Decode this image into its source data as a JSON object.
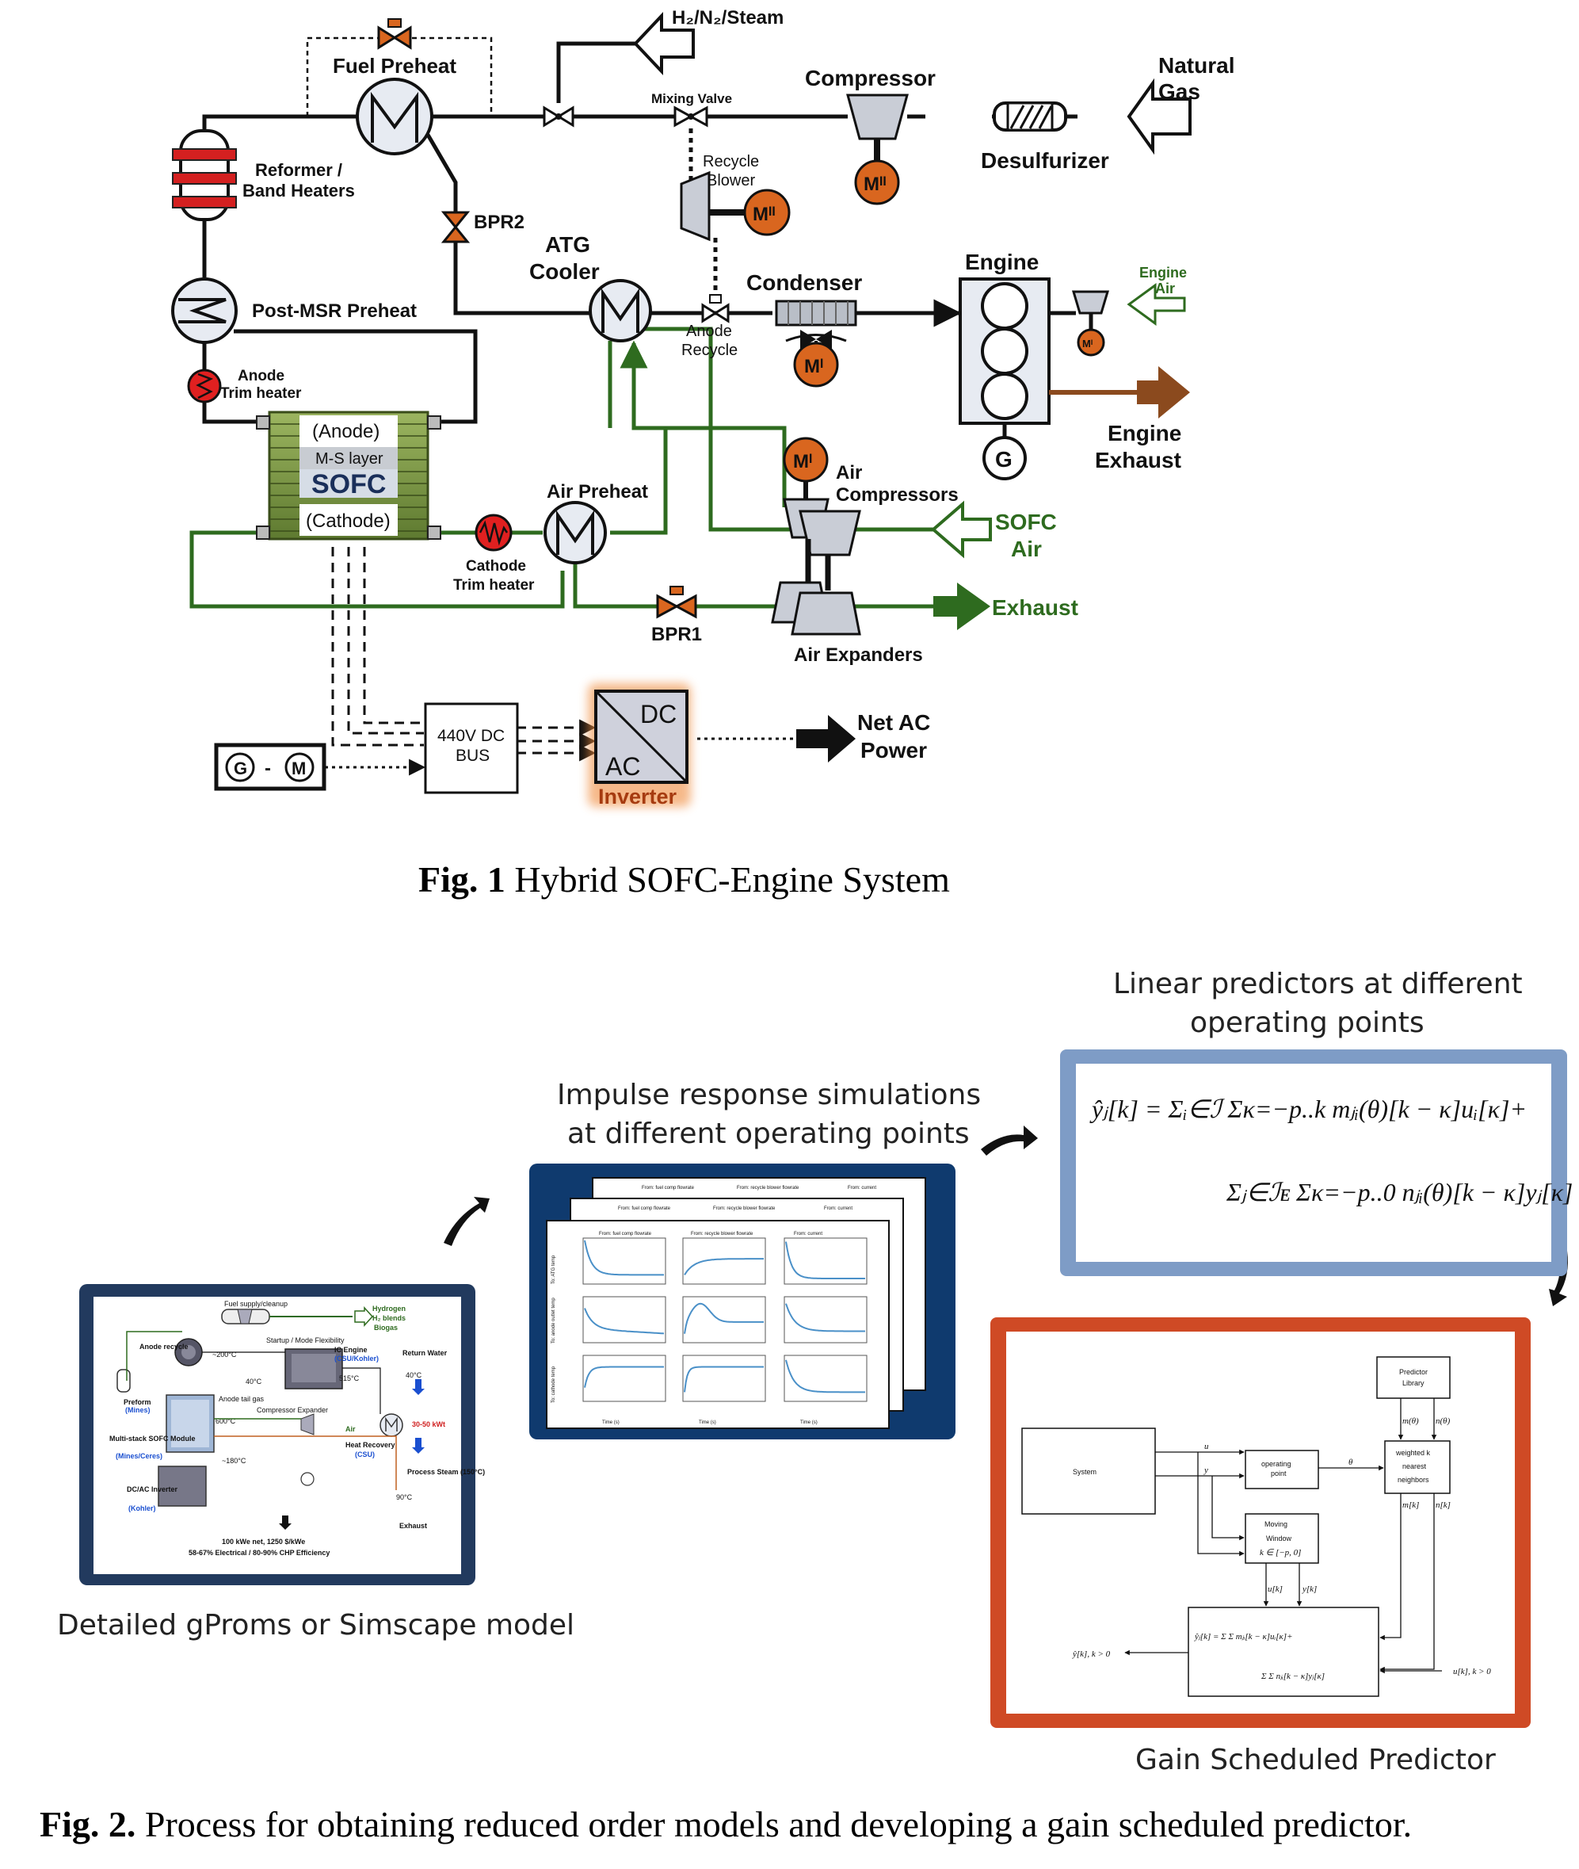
{
  "fig1": {
    "labels": {
      "h2_steam": "H₂/N₂/Steam",
      "fuel_preheat": "Fuel Preheat",
      "mixing_valve": "Mixing Valve",
      "compressor": "Compressor",
      "natural_gas_1": "Natural",
      "natural_gas_2": "Gas",
      "desulfurizer": "Desulfurizer",
      "reformer_1": "Reformer /",
      "reformer_2": "Band Heaters",
      "recycle_blower_1": "Recycle",
      "recycle_blower_2": "Blower",
      "bpr2": "BPR2",
      "atg_cooler_1": "ATG",
      "atg_cooler_2": "Cooler",
      "condenser": "Condenser",
      "engine": "Engine",
      "engine_air_1": "Engine",
      "engine_air_2": "Air",
      "post_msr": "Post-MSR Preheat",
      "anode_recycle_1": "Anode",
      "anode_recycle_2": "Recycle",
      "anode_trim_1": "Anode",
      "anode_trim_2": "Trim heater",
      "anode": "(Anode)",
      "ms_layer": "M-S layer",
      "sofc": "SOFC",
      "cathode": "(Cathode)",
      "engine_exhaust_1": "Engine",
      "engine_exhaust_2": "Exhaust",
      "air_compressors_1": "Air",
      "air_compressors_2": "Compressors",
      "air_preheat": "Air Preheat",
      "sofc_air_1": "SOFC",
      "sofc_air_2": "Air",
      "cathode_trim_1": "Cathode",
      "cathode_trim_2": "Trim heater",
      "bpr1": "BPR1",
      "exhaust": "Exhaust",
      "air_expanders": "Air Expanders",
      "dc_bus_1": "440V DC",
      "dc_bus_2": "BUS",
      "dc": "DC",
      "ac": "AC",
      "inverter": "Inverter",
      "net_ac_1": "Net AC",
      "net_ac_2": "Power",
      "g": "G",
      "m": "M",
      "mi": "Mᴵ",
      "mii": "Mᴵᴵ",
      "dash": "-"
    },
    "caption_bold": "Fig. 1",
    "caption_text": " Hybrid SOFC-Engine System"
  },
  "fig2": {
    "detailed_model": "Detailed gProms or Simscape model",
    "impulse_1": "Impulse response simulations",
    "impulse_2": "at different operating points",
    "linear_1": "Linear predictors at different",
    "linear_2": "operating points",
    "gain_scheduled": "Gain Scheduled Predictor",
    "eq_line1": "ŷⱼ[k] = Σᵢ∈ℐ Σκ=−p..k mⱼᵢ(θ)[k − κ]uᵢ[κ]+",
    "eq_line2": "Σⱼ∈ℐᴇ Σκ=−p..0 nⱼᵢ(θ)[k − κ]yⱼ[κ]",
    "mini_model": {
      "fuel_supply": "Fuel supply/cleanup",
      "hydrogen": "Hydrogen",
      "h2_blends": "H₂ blends",
      "biogas": "Biogas",
      "anode_recycle": "Anode recycle",
      "temp200": "~200°C",
      "startup": "Startup / Mode Flexibility",
      "ic_engine": "IC Engine",
      "csu_kohler": "(CSU/Kohler)",
      "return_water": "Return Water",
      "temp40w": "40°C",
      "temp40": "40°C",
      "temp515": "515°C",
      "preform": "Preform",
      "mines": "(Mines)",
      "anode_tail": "Anode tail gas",
      "temp600": "600°C",
      "comp_exp": "Compressor Expander",
      "air": "Air",
      "kw": "30-50 kWt",
      "multistack": "Multi-stack SOFC Module",
      "mines_ceres": "(Mines/Ceres)",
      "heat_rec": "Heat Recovery",
      "csu": "(CSU)",
      "temp180": "~180°C",
      "process_steam": "Process Steam (150°C)",
      "dcac": "DC/AC Inverter",
      "kohler": "(Kohler)",
      "temp90": "90°C",
      "exhaust": "Exhaust",
      "summary1": "100 kWe net, 1250 $/kWe",
      "summary2": "58-67% Electrical / 80-90% CHP Efficiency"
    },
    "plots": {
      "h1": "From: fuel comp flowrate",
      "h2": "From: recycle blower flowrate",
      "h3": "From: current",
      "xlabel": "Time (s)",
      "y1": "To: ATG temp",
      "y2": "To: anode outlet temp",
      "y3": "To: cathode temp"
    },
    "block": {
      "system": "System",
      "operating_1": "operating",
      "operating_2": "point",
      "theta": "θ",
      "predictor_lib_1": "Predictor",
      "predictor_lib_2": "Library",
      "m_theta": "m(θ)",
      "n_theta": "n(θ)",
      "knn_1": "weighted k",
      "knn_2": "nearest",
      "knn_3": "neighbors",
      "mk": "m[k]",
      "nk": "n[k]",
      "moving_1": "Moving",
      "moving_2": "Window",
      "moving_3": "k ∈ [−p, 0]",
      "uk": "u[k]",
      "yk": "y[k]",
      "u": "u",
      "y": "y",
      "eq1": "ŷⱼ[k] = Σ Σ mⱼᵢ[k − κ]uᵢ[κ]+",
      "eq2": "Σ Σ nⱼᵢ[k − κ]yⱼ[κ]",
      "out": "ŷ[k], k > 0",
      "in": "u[k], k > 0"
    },
    "caption_bold": "Fig. 2.",
    "caption_text": " Process for obtaining reduced order models and developing a gain scheduled predictor."
  },
  "colors": {
    "fuel_line": "#111111",
    "air_line": "#2e6b1f",
    "engine_exhaust": "#8b4a1e",
    "motor": "#d9661f",
    "valve": "#d9661f",
    "heater_red": "#e02020",
    "frame_navy": "#223a5e",
    "frame_blue": "#0f3a6e",
    "frame_lightblue": "#7e9cc6",
    "frame_orange": "#cf4a25",
    "sofc_green": "#7f9a4a",
    "curve": "#4a90c8"
  }
}
